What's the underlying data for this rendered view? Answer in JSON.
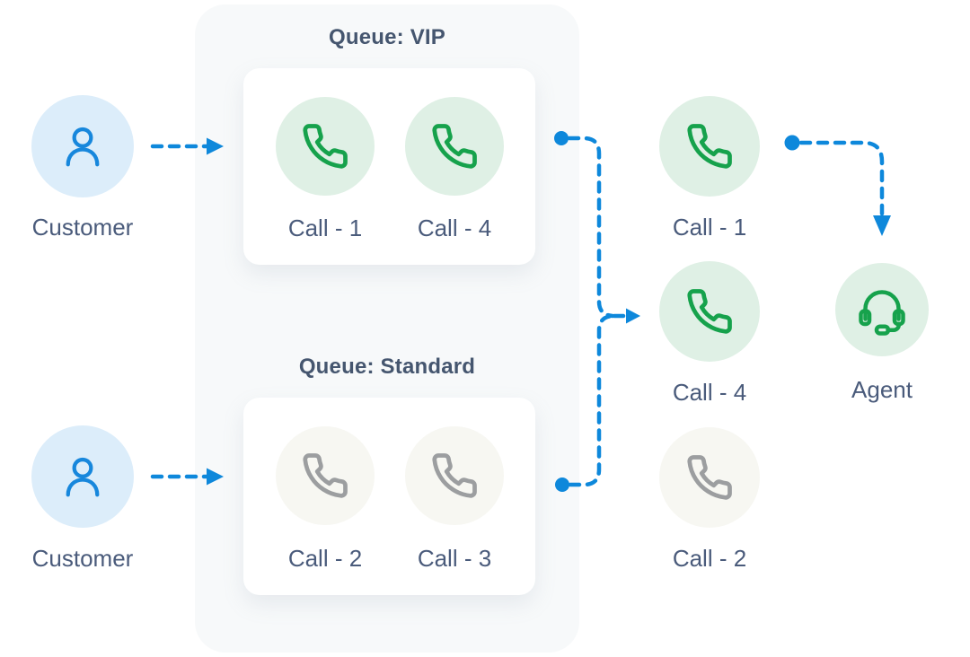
{
  "colors": {
    "accent_blue": "#0E88DB",
    "panel_bg": "#F7F9FA",
    "card_bg": "#FFFFFF",
    "vip_circle_bg": "#DFF0E5",
    "vip_icon": "#16A24C",
    "standard_circle_bg": "#F7F7F2",
    "standard_icon": "#9C9EA0",
    "customer_circle_bg": "#DCEDFA",
    "customer_icon": "#1787DC",
    "label_text": "#4A5B7B",
    "title_text": "#45566F"
  },
  "left": {
    "customers": [
      {
        "label": "Customer"
      },
      {
        "label": "Customer"
      }
    ]
  },
  "queues": [
    {
      "title": "Queue: VIP",
      "priority": "vip",
      "calls": [
        {
          "label": "Call - 1"
        },
        {
          "label": "Call - 4"
        }
      ]
    },
    {
      "title": "Queue: Standard",
      "priority": "standard",
      "calls": [
        {
          "label": "Call - 2"
        },
        {
          "label": "Call - 3"
        }
      ]
    }
  ],
  "routed_calls": [
    {
      "label": "Call - 1",
      "priority": "vip"
    },
    {
      "label": "Call - 4",
      "priority": "vip"
    },
    {
      "label": "Call - 2",
      "priority": "standard"
    }
  ],
  "agent": {
    "label": "Agent"
  },
  "icons": {
    "customer": "user-icon",
    "call": "phone-icon",
    "agent": "headset-icon",
    "connector": "dashed-arrow"
  }
}
